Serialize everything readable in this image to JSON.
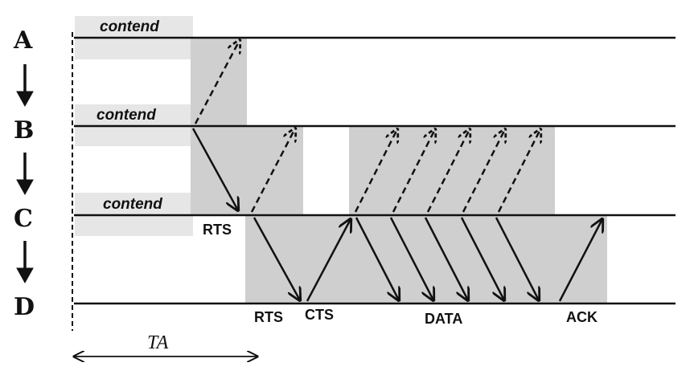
{
  "nodes": [
    "A",
    "B",
    "C",
    "D"
  ],
  "contend_label": "contend",
  "messages": {
    "rts_c": "RTS",
    "rts_d": "RTS",
    "cts": "CTS",
    "data": "DATA",
    "ack": "ACK"
  },
  "ta_label": "TA"
}
